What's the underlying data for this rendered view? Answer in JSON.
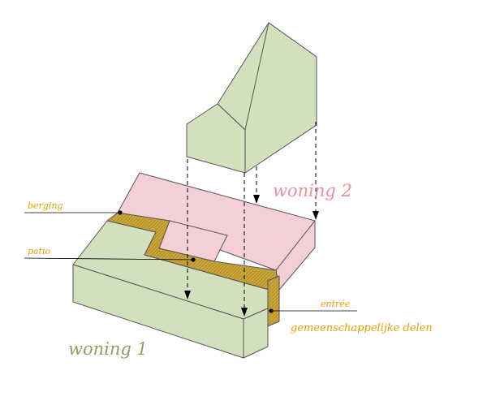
{
  "labels": {
    "berging": "berging",
    "patio": "patio",
    "entree": "entrée",
    "gemeenschappelijke_delen": "gemeenschappelijke delen",
    "woning1": "woning 1",
    "woning2": "woning 2"
  },
  "colors": {
    "green_face": "#d3e0bd",
    "pink_face": "#f5cfd6",
    "shared_zone": "#c4a02f",
    "orange_label": "#e8a000",
    "woning1_label": "#8da25f",
    "woning2_label": "#ee8f9b",
    "outline": "#555555"
  }
}
